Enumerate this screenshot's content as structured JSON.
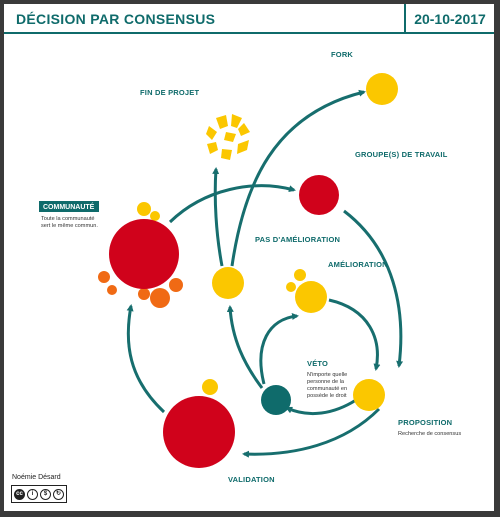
{
  "header": {
    "title": "DÉCISION PAR CONSENSUS",
    "date": "20-10-2017"
  },
  "nodes": {
    "fork": {
      "label": "FORK"
    },
    "fin_de_projet": {
      "label": "FIN DE PROJET"
    },
    "groupes_de_travail": {
      "label": "GROUPE(S) DE TRAVAIL"
    },
    "communaute": {
      "label": "COMMUNAUTÉ",
      "desc_line1": "Toute la communauté",
      "desc_line2": "sert le même commun."
    },
    "pas_amelioration": {
      "label": "PAS D'AMÉLIORATION"
    },
    "amelioration": {
      "label": "AMÉLIORATION"
    },
    "veto": {
      "label": "VÉTO",
      "desc_line1": "N'importe quelle",
      "desc_line2": "personne de la",
      "desc_line3": "communauté en",
      "desc_line4": "possède le droit"
    },
    "proposition": {
      "label": "PROPOSITION",
      "desc_line1": "Recherche de consensus"
    },
    "validation": {
      "label": "VALIDATION"
    }
  },
  "footer": {
    "author": "Noémie Désard",
    "license_icon": "cc-by-nc-sa-icon"
  },
  "colors": {
    "teal": "#0f6b6b",
    "red": "#d0021b",
    "yellow": "#fbc700",
    "orange": "#f06a14",
    "arrow": "#176e6e"
  }
}
